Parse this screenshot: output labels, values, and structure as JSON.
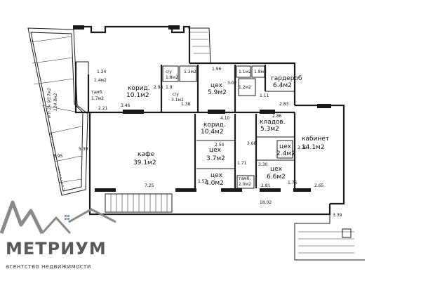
{
  "rooms": [
    {
      "id": "korid1",
      "name": "корид.",
      "area": "10.1м2"
    },
    {
      "id": "tsekh1",
      "name": "цех",
      "area": "5.9м2"
    },
    {
      "id": "garderob",
      "name": "гардероб",
      "area": "6.4м2"
    },
    {
      "id": "kafe",
      "name": "кафе",
      "area": "39.1м2"
    },
    {
      "id": "korid2",
      "name": "корид.",
      "area": "10.4м2"
    },
    {
      "id": "kladov",
      "name": "кладов.",
      "area": "5.3м2"
    },
    {
      "id": "kabinet",
      "name": "кабинет",
      "area": "14.1м2"
    },
    {
      "id": "tsekh2",
      "name": "цех",
      "area": "2.4м2"
    },
    {
      "id": "tsekh3",
      "name": "цех",
      "area": "3.7м2"
    },
    {
      "id": "tsekh4",
      "name": "цех",
      "area": "4.0м2"
    },
    {
      "id": "tsekh5",
      "name": "цех",
      "area": "6.6м2"
    },
    {
      "id": "tamb1",
      "name": "тамб.",
      "area": "1.7м2"
    },
    {
      "id": "tamb2",
      "name": "тамб.",
      "area": "2.0м2"
    },
    {
      "id": "su1",
      "name": "с/у",
      "area": "1.8м2"
    },
    {
      "id": "su2",
      "name": "с/у",
      "area": "3.1м2"
    },
    {
      "id": "small1",
      "name": "",
      "area": "1.4м2"
    },
    {
      "id": "small2",
      "name": "",
      "area": "1.2м2"
    },
    {
      "id": "small3",
      "name": "",
      "area": "1.1м2"
    },
    {
      "id": "small4",
      "name": "",
      "area": "1.8м2"
    },
    {
      "id": "small5",
      "name": "",
      "area": "1.9"
    },
    {
      "id": "small6",
      "name": "",
      "area": "1.3м2"
    }
  ],
  "dimensions": {
    "d346": "3.46",
    "d410": "4.10",
    "d283": "2.83",
    "d286": "2.86",
    "d725": "7.25",
    "d1802": "18.02",
    "d265": "2.65",
    "d281": "2.81",
    "d175": "1.75",
    "d895": "8.95",
    "d539": "5.39",
    "d339": "3.39",
    "d368": "3.68",
    "d330": "3.30",
    "d336": "3.36",
    "d171": "1.71",
    "d157": "1.57",
    "d254": "2.54",
    "d196": "1.96",
    "d293": "2.93",
    "d124": "1.24",
    "d302": "3.02",
    "d221": "2.21",
    "d138": "1.38",
    "d111": "1.11"
  },
  "annotation": {
    "line1": "и п 2н 90.7м2",
    "line2": "124.8м2"
  },
  "brand": {
    "name": "МЕТРИУМ",
    "tagline": "агентство недвижимости"
  },
  "colors": {
    "logo_gray": "#8a8a8a",
    "logo_blue": "#7f9fc0",
    "ink": "#1a1a1a"
  }
}
